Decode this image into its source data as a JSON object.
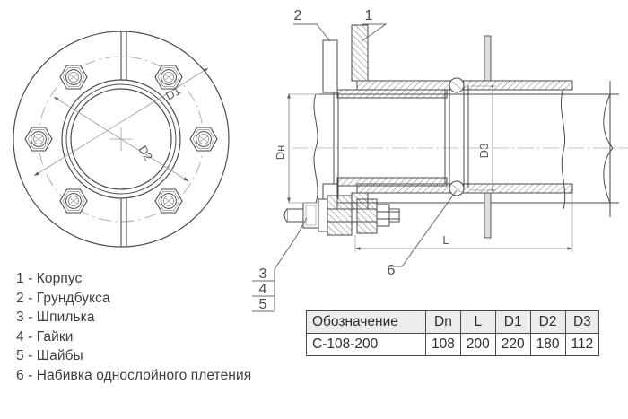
{
  "drawing": {
    "title": "Sealing gland assembly technical drawing",
    "views": {
      "front": {
        "name": "flange-front-view",
        "bolt_count": 6
      },
      "section": {
        "name": "longitudinal-section-view"
      }
    },
    "dimension_labels": {
      "d1": "D1",
      "d2": "D2",
      "d3": "D3",
      "dn_outer": "Dн",
      "length": "L"
    },
    "callouts": {
      "c1": "1",
      "c2": "2",
      "c3": "3",
      "c4": "4",
      "c5": "5",
      "c6": "6"
    },
    "colors": {
      "line": "#4a4a4a",
      "thin_line": "#7a7a7a",
      "center_line": "#9aa0a6",
      "hatch": "#6b6b6b",
      "fill_light": "#f2f2f2",
      "table_header_bg": "#ececec",
      "text": "#3e3e3e"
    }
  },
  "legend": {
    "items": [
      {
        "num": "1",
        "text": "1 - Корпус"
      },
      {
        "num": "2",
        "text": "2 - Грундбукса"
      },
      {
        "num": "3",
        "text": "3 - Шпилька"
      },
      {
        "num": "4",
        "text": "4 - Гайки"
      },
      {
        "num": "5",
        "text": "5 - Шайбы"
      },
      {
        "num": "6",
        "text": "6 - Набивка однослойного плетения"
      }
    ]
  },
  "table": {
    "name": "specification-table",
    "headers": [
      "Обозначение",
      "Dn",
      "L",
      "D1",
      "D2",
      "D3"
    ],
    "rows": [
      [
        "С-108-200",
        "108",
        "200",
        "220",
        "180",
        "112"
      ]
    ]
  }
}
